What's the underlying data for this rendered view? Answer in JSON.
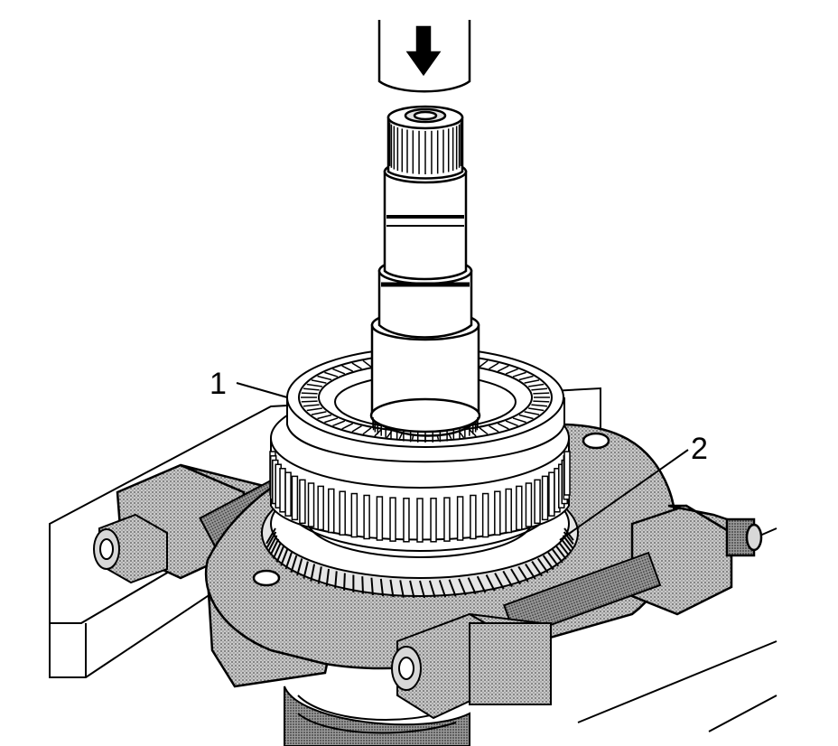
{
  "figure": {
    "colors": {
      "line": "#000000",
      "paper": "#ffffff",
      "shade": "#b8b8b8",
      "dark": "#7a7a7a"
    },
    "callouts": [
      {
        "id": "1",
        "label": "1"
      },
      {
        "id": "2",
        "label": "2"
      }
    ],
    "icons": [
      "press-arrow-icon"
    ]
  }
}
